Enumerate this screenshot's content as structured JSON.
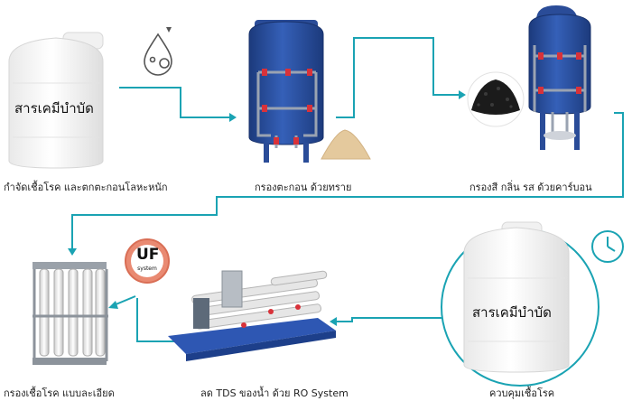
{
  "steps": [
    {
      "label": "กำจัดเชื้อโรค และตกตะกอนโลหะหนัก",
      "tank_text": "สารเคมีบำบัด"
    },
    {
      "label": "กรองตะกอน ด้วยทราย"
    },
    {
      "label": "กรองสี กลิ่น รส ด้วยคาร์บอน"
    },
    {
      "label": "ควบคุมเชื้อโรค",
      "tank_text": "สารเคมีบำบัด"
    },
    {
      "label": "ลด TDS ของน้ำ ด้วย RO System"
    },
    {
      "label": "กรองเชื้อโรค แบบละเอียด"
    }
  ],
  "uf_badge": {
    "title": "UF",
    "subtitle": "system"
  },
  "icons": [
    "chemical-drop-icon",
    "sand-pile-icon",
    "carbon-pile-icon",
    "clock-icon"
  ],
  "colors": {
    "connector": "#1aa3b3",
    "vessel": "#2b4f9e",
    "badge": "#e98a72",
    "circle": "#1aa3b3"
  }
}
